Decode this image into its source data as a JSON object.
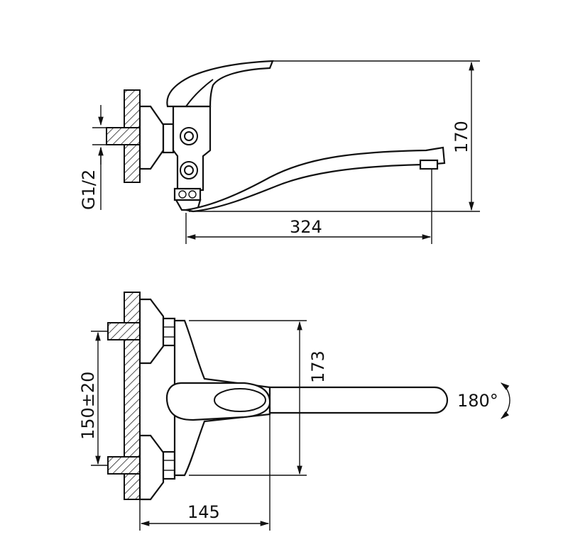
{
  "dimensions": {
    "spout_height": "170",
    "spout_reach": "324",
    "inlet_thread": "G1/2",
    "body_height": "173",
    "inlet_spacing": "150±20",
    "projection": "145",
    "rotation": "180°"
  }
}
